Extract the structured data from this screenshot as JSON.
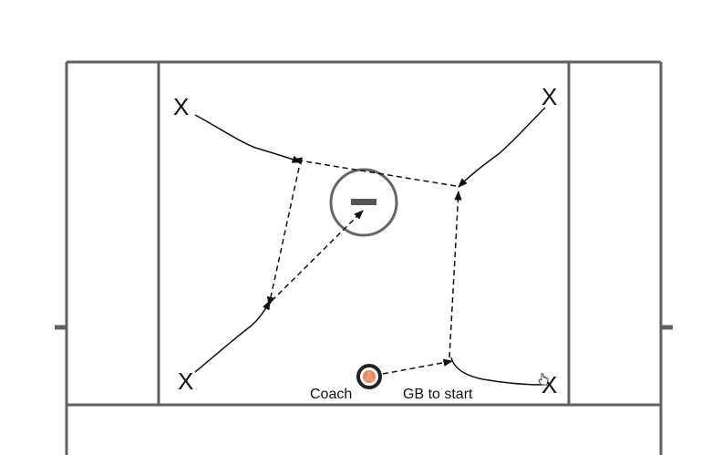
{
  "diagram": {
    "players": [
      {
        "mark": "X"
      },
      {
        "mark": "X"
      },
      {
        "mark": "X"
      },
      {
        "mark": "X"
      }
    ],
    "labels": {
      "coach": "Coach",
      "gb": "GB to start"
    },
    "goal_symbol": "minus-icon",
    "colors": {
      "field_line": "#606060",
      "coach_fill": "#e8885a",
      "coach_ring": "#222222",
      "ink": "#111111"
    }
  }
}
